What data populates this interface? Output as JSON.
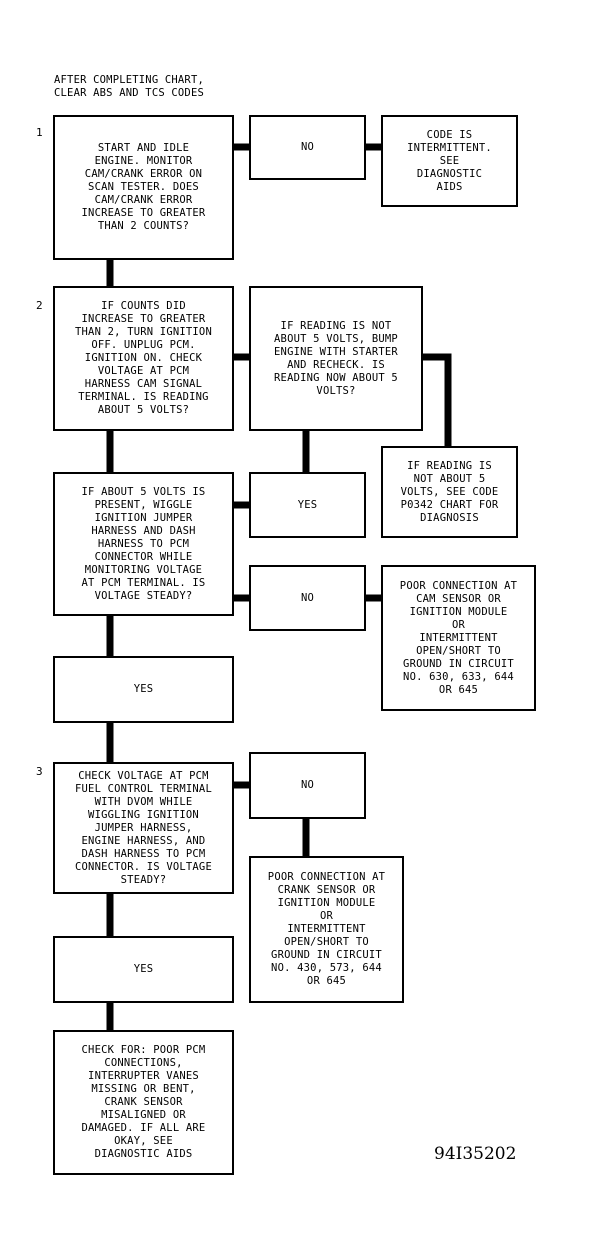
{
  "header_note": "AFTER COMPLETING CHART,\nCLEAR ABS AND TCS CODES",
  "step_numbers": [
    "1",
    "2",
    "3"
  ],
  "boxes": {
    "s1_question": "START AND IDLE\nENGINE. MONITOR\nCAM/CRANK ERROR ON\nSCAN TESTER. DOES\nCAM/CRANK ERROR\nINCREASE TO GREATER\nTHAN 2 COUNTS?",
    "s1_no": "NO",
    "s1_result": "CODE IS\nINTERMITTENT.\nSEE\nDIAGNOSTIC\nAIDS",
    "s2_question": "IF COUNTS DID\nINCREASE TO GREATER\nTHAN 2, TURN IGNITION\nOFF. UNPLUG PCM.\nIGNITION ON. CHECK\nVOLTAGE AT PCM\nHARNESS CAM SIGNAL\nTERMINAL. IS READING\nABOUT 5 VOLTS?",
    "s2_bump": "IF READING IS NOT\nABOUT 5 VOLTS, BUMP\nENGINE WITH STARTER\nAND RECHECK. IS\nREADING NOW ABOUT 5\nVOLTS?",
    "s2_not5": "IF READING IS\nNOT ABOUT 5\nVOLTS, SEE CODE\nP0342 CHART FOR\nDIAGNOSIS",
    "s2_wiggle": "IF ABOUT 5 VOLTS IS\nPRESENT, WIGGLE\nIGNITION JUMPER\nHARNESS AND DASH\nHARNESS TO PCM\nCONNECTOR WHILE\nMONITORING VOLTAGE\nAT PCM TERMINAL. IS\nVOLTAGE STEADY?",
    "s2_yes": "YES",
    "s2_no": "NO",
    "s2_poor": "POOR CONNECTION AT\nCAM SENSOR OR\nIGNITION MODULE\nOR\nINTERMITTENT\nOPEN/SHORT TO\nGROUND IN CIRCUIT\nNO. 630, 633, 644\nOR 645",
    "s2_yes_below": "YES",
    "s3_question": "CHECK VOLTAGE AT PCM\nFUEL CONTROL TERMINAL\nWITH DVOM WHILE\nWIGGLING IGNITION\nJUMPER HARNESS,\nENGINE HARNESS, AND\nDASH HARNESS TO PCM\nCONNECTOR. IS VOLTAGE\nSTEADY?",
    "s3_no": "NO",
    "s3_poor": "POOR CONNECTION AT\nCRANK SENSOR OR\nIGNITION MODULE\nOR\nINTERMITTENT\nOPEN/SHORT TO\nGROUND IN CIRCUIT\nNO. 430, 573, 644\nOR 645",
    "s3_yes": "YES",
    "s3_final": "CHECK FOR: POOR PCM\nCONNECTIONS,\nINTERRUPTER VANES\nMISSING OR BENT,\nCRANK SENSOR\nMISALIGNED OR\nDAMAGED. IF ALL ARE\nOKAY, SEE\nDIAGNOSTIC AIDS"
  },
  "figure_id": "94I35202"
}
